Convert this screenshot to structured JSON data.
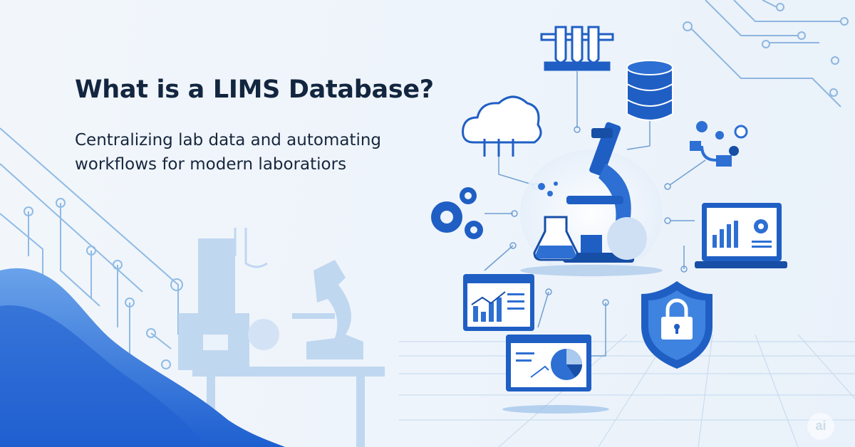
{
  "hero": {
    "title": "What is a LIMS Database?",
    "subtitle_line1": "Centralizing lab data and automating",
    "subtitle_line2": "workflows for modern laboratiors"
  },
  "watermark": "ai",
  "colors": {
    "primary_blue": "#1f5fc4",
    "light_blue": "#a9c9ef",
    "title_text": "#13263f",
    "background": "#eef4fb"
  },
  "icons": [
    "test-tube-rack-icon",
    "database-icon",
    "cloud-icon",
    "gears-icon",
    "flask-icon",
    "microscope-icon",
    "molecule-settings-icon",
    "laptop-dashboard-icon",
    "bar-chart-window-icon",
    "pie-chart-window-icon",
    "shield-lock-icon"
  ]
}
